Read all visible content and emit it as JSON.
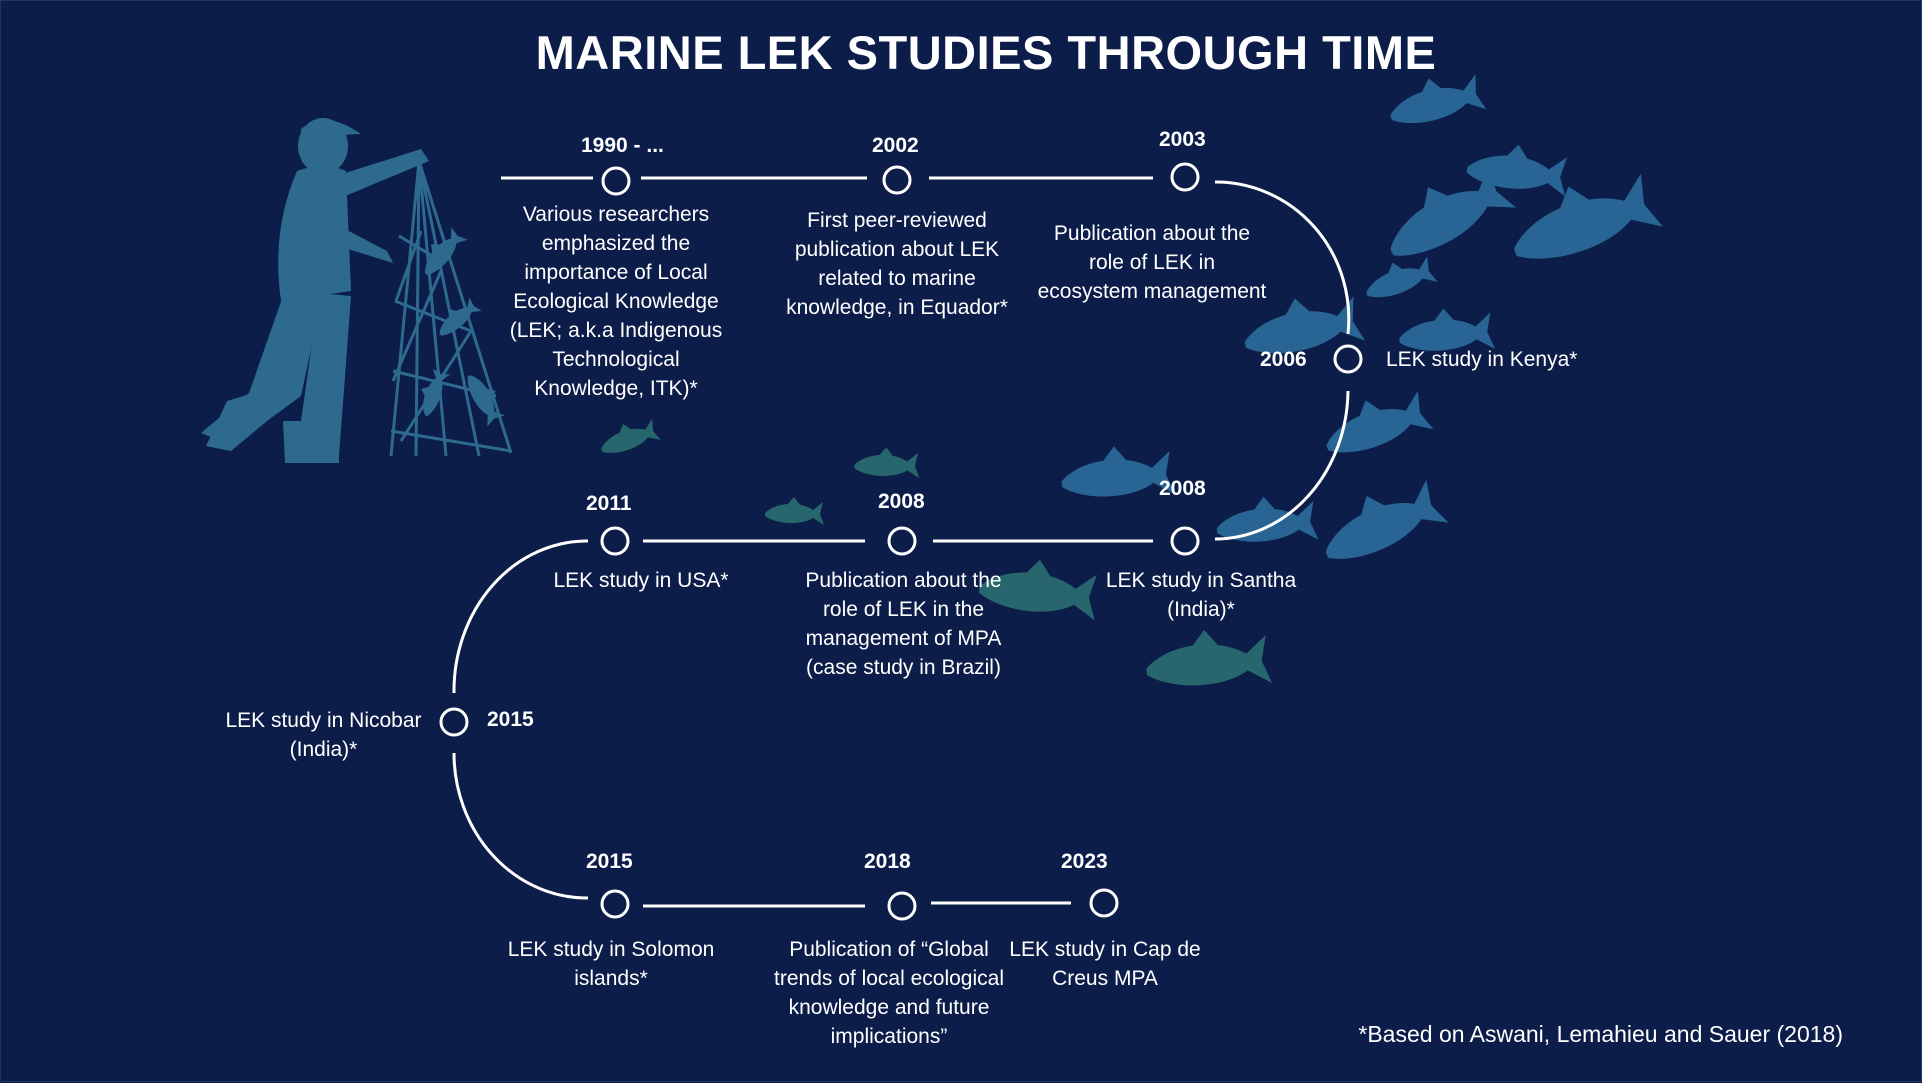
{
  "title": "MARINE LEK STUDIES THROUGH TIME",
  "milestones": [
    {
      "year": "1990 - ...",
      "text": "Various researchers emphasized the importance of Local Ecological Knowledge (LEK; a.k.a Indigenous Technological Knowledge, ITK)*"
    },
    {
      "year": "2002",
      "text": "First peer-reviewed publication about LEK related to marine knowledge, in Equador*"
    },
    {
      "year": "2003",
      "text": "Publication about the role of LEK in ecosystem management"
    },
    {
      "year": "2006",
      "text": "LEK study in Kenya*"
    },
    {
      "year": "2008",
      "text": "LEK study in Santha (India)*"
    },
    {
      "year": "2008",
      "text": "Publication about the role of LEK in the management of MPA (case study in Brazil)"
    },
    {
      "year": "2011",
      "text": "LEK study in USA*"
    },
    {
      "year": "2015",
      "text": "LEK study in Nicobar (India)*"
    },
    {
      "year": "2015",
      "text": "LEK study in Solomon islands*"
    },
    {
      "year": "2018",
      "text": "Publication of “Global trends of local ecological knowledge and future implications”"
    },
    {
      "year": "2023",
      "text": "LEK study in Cap de Creus MPA"
    }
  ],
  "footnote": "*Based on Aswani, Lemahieu and Sauer (2018)",
  "colors": {
    "background": "#0c1d4a",
    "line": "#ffffff",
    "silhouette": "#2e6a8e",
    "fish_blue": "#2b6a98",
    "fish_teal": "#2a6b6e"
  },
  "icons": [
    "fisherman-icon",
    "fish-icon"
  ]
}
